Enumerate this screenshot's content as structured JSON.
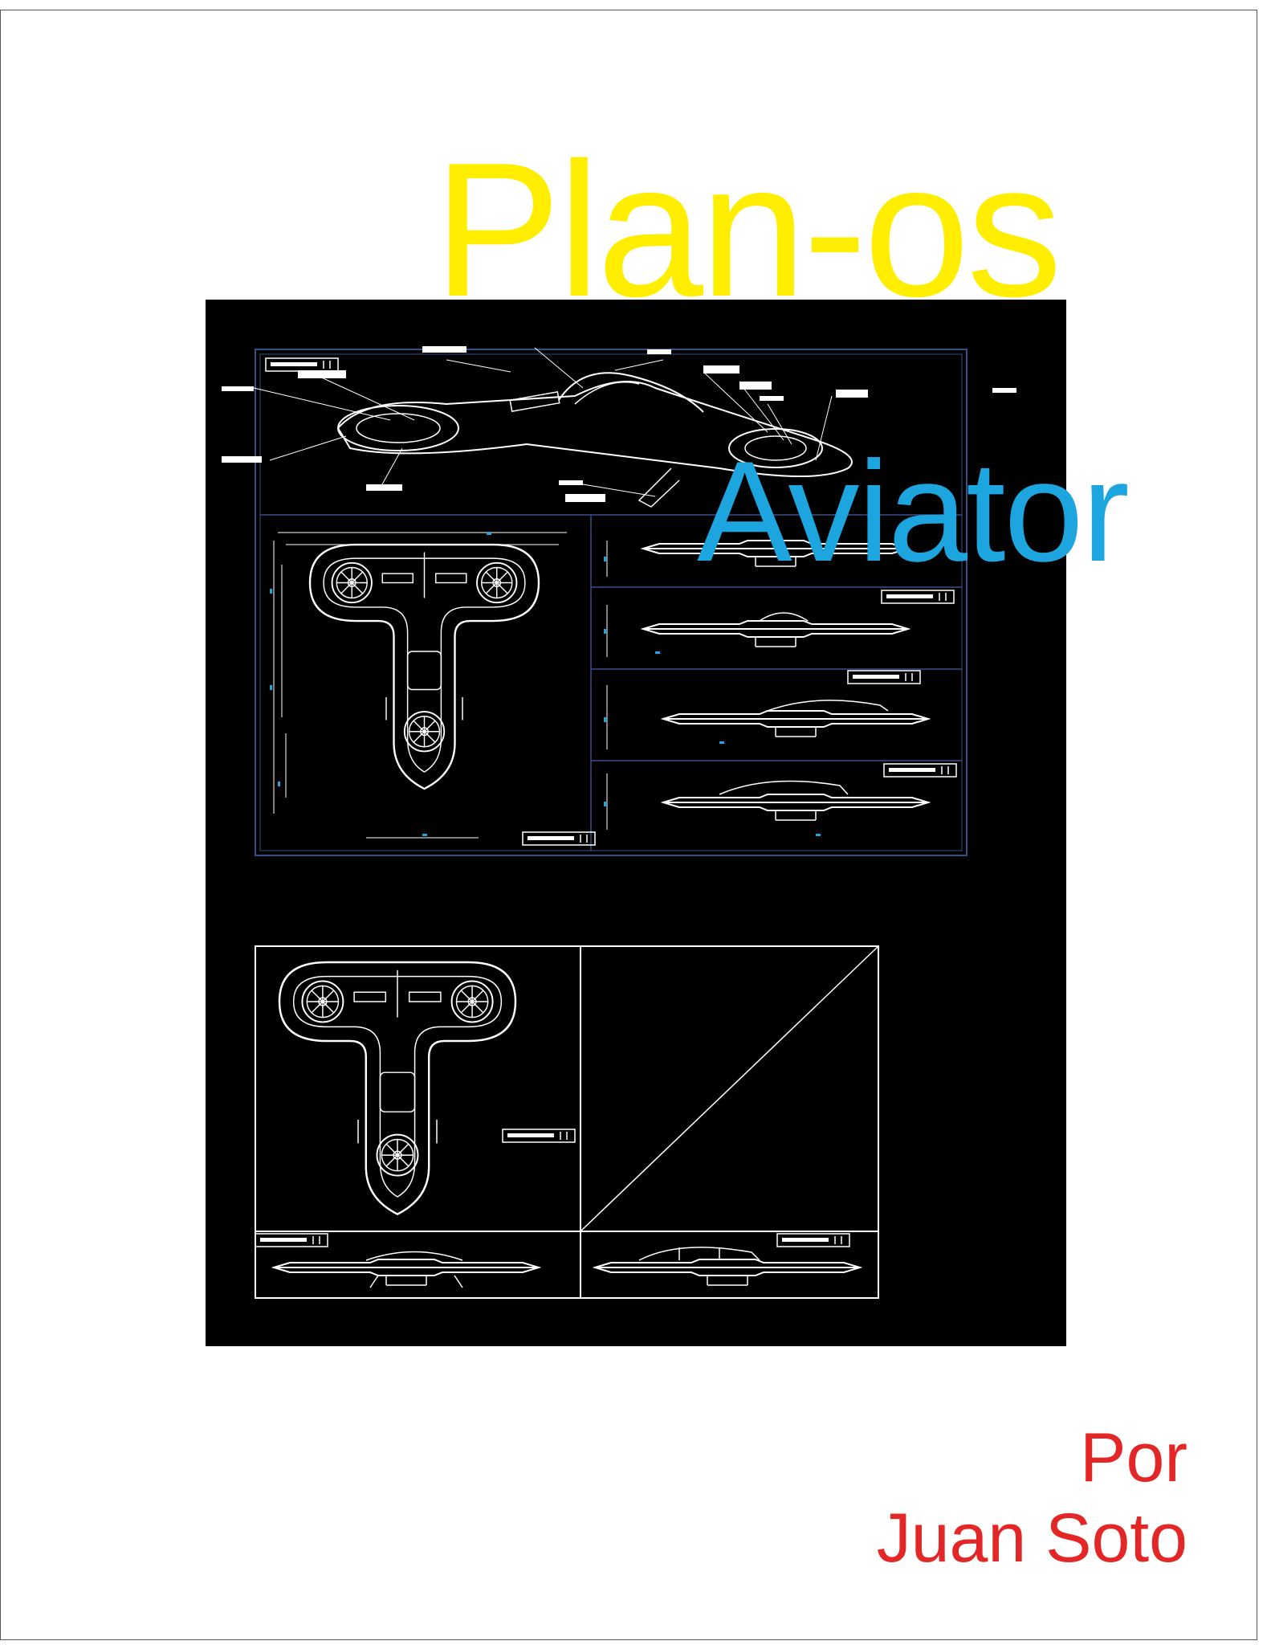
{
  "cover": {
    "title": "Plan-os",
    "subtitle": "Aviator",
    "author_prefix": "Por",
    "author_name": "Juan Soto"
  },
  "colors": {
    "title": "#ffee00",
    "subtitle": "#1da5e0",
    "author": "#e32626",
    "blueprint_background": "#000000",
    "blueprint_lines": "#ffffff",
    "blueprint_frame": "#3a4f8a",
    "dimension_marks": "#1da5e0"
  },
  "icons": {
    "blueprint": "cad-drawing-icon",
    "fan": "rotor-fan-icon"
  }
}
